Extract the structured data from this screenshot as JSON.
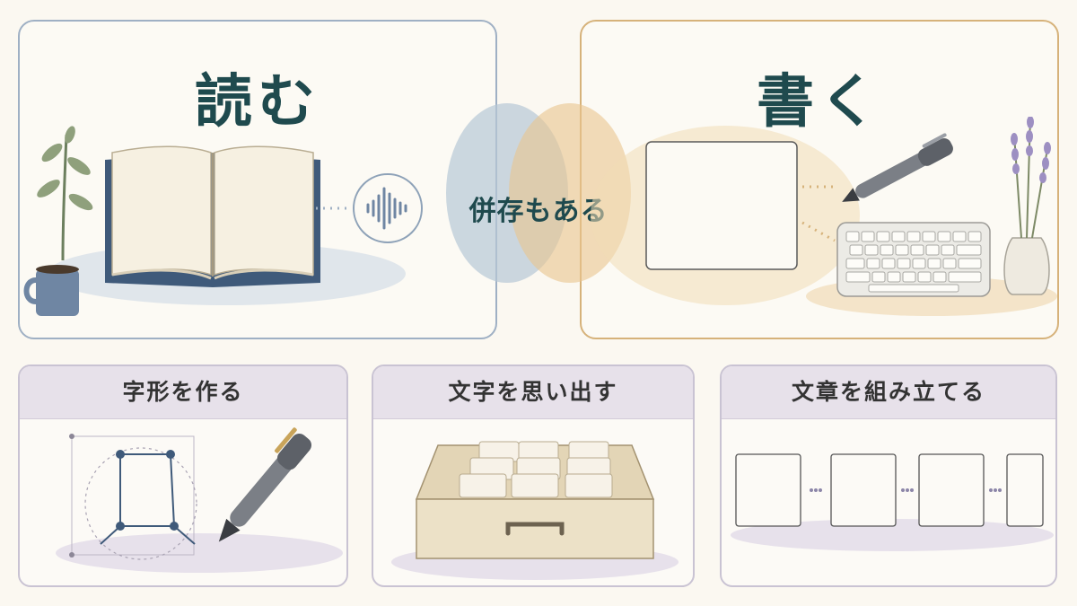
{
  "top": {
    "read_title": "読む",
    "write_title": "書く",
    "overlap_label": "併存もある"
  },
  "cards": [
    {
      "title": "字形を作る"
    },
    {
      "title": "文字を思い出す"
    },
    {
      "title": "文章を組み立てる"
    }
  ],
  "colors": {
    "read_accent": "#9fb0c4",
    "write_accent": "#d6b27a",
    "title_text": "#1f4a4e",
    "card_header": "#e7e1ea"
  },
  "icons": [
    "plant-icon",
    "coffee-mug-icon",
    "open-book-icon",
    "sound-wave-icon",
    "blank-page-icon",
    "pen-icon",
    "keyboard-icon",
    "lavender-vase-icon",
    "glyph-grid-icon",
    "drawer-icon",
    "sentence-blocks-icon"
  ]
}
